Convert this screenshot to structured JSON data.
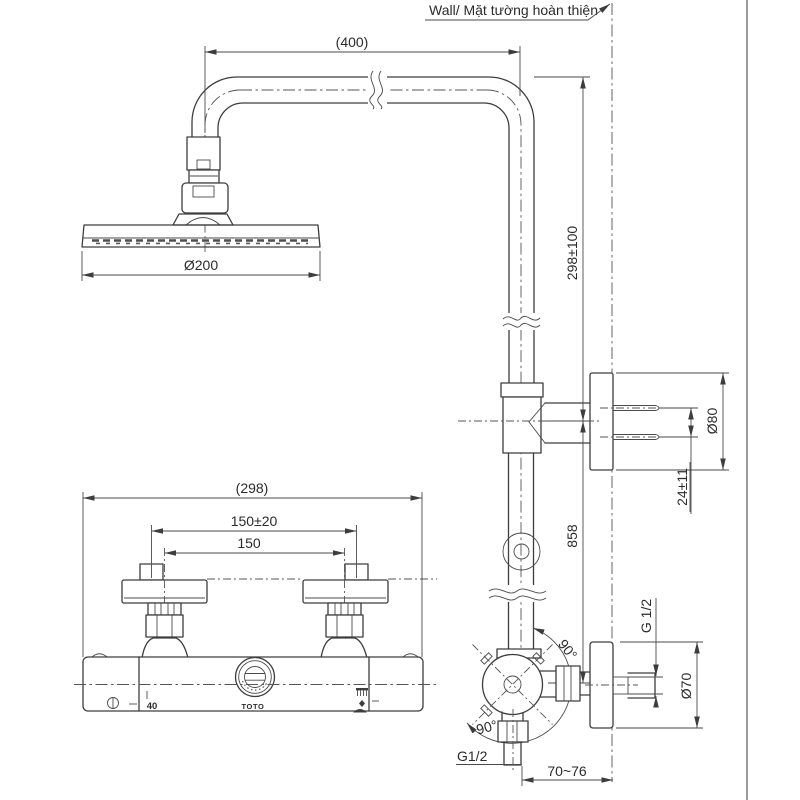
{
  "drawing_type": "shower-column-installation-dimensions",
  "labels": {
    "wall": "Wall/ Mặt tường hoàn thiện",
    "dim_arm": "(400)",
    "dim_head": "Ø200",
    "dim_riser_adjust": "298±100",
    "dim_riser_total": "858",
    "dim_flange": "Ø80",
    "dim_screws": "24±11",
    "dim_body_width": "(298)",
    "dim_union_adjust": "150±20",
    "dim_union_pitch": "150",
    "thread_outlet": "G 1/2",
    "dim_elbow": "Ø70",
    "thread_inlet": "G1/2",
    "dim_wall_offset": "70~76",
    "angle_upper": "90°",
    "angle_lower": "90°"
  },
  "mixer": {
    "brand": "TOTO",
    "temp": "40"
  },
  "icons": {
    "left_button": "safety-button-icon",
    "shower_mode": "shower-spray-icon",
    "diverter": "diverter-arrow-icon",
    "spout_mode": "spout-icon"
  },
  "colors": {
    "line": "#3d3d3d",
    "text": "#2b2b2b",
    "background": "#ffffff"
  }
}
